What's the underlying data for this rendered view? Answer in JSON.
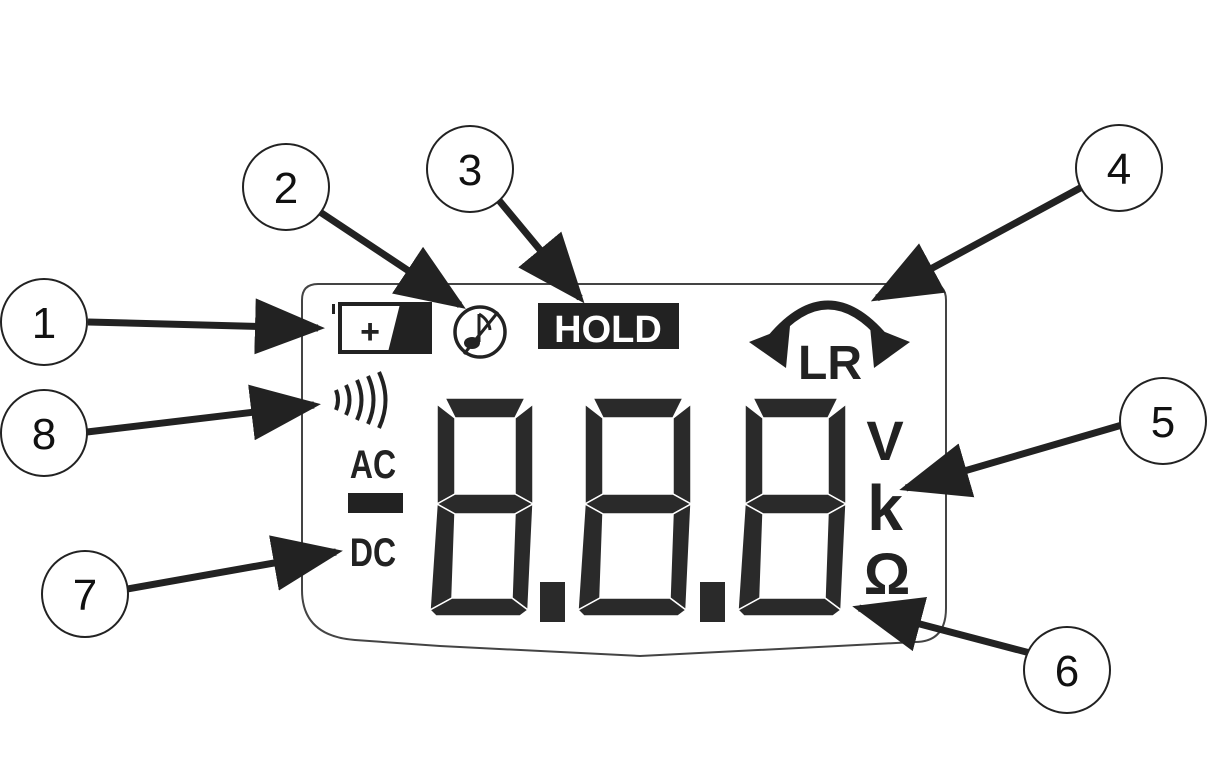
{
  "diagram": {
    "callouts": [
      {
        "id": "1",
        "label": "1"
      },
      {
        "id": "2",
        "label": "2"
      },
      {
        "id": "3",
        "label": "3"
      },
      {
        "id": "4",
        "label": "4"
      },
      {
        "id": "5",
        "label": "5"
      },
      {
        "id": "6",
        "label": "6"
      },
      {
        "id": "7",
        "label": "7"
      },
      {
        "id": "8",
        "label": "8"
      }
    ],
    "display": {
      "hold": "HOLD",
      "range": "LR",
      "ac": "AC",
      "dc": "DC",
      "unit_v": "V",
      "unit_k": "k",
      "unit_ohm": "Ω",
      "battery_symbol": "+"
    },
    "icons": {
      "battery": "battery-icon",
      "beeper_off": "beeper-off-icon",
      "continuity": "continuity-icon"
    },
    "colors": {
      "ink": "#222222",
      "background": "#ffffff"
    }
  }
}
